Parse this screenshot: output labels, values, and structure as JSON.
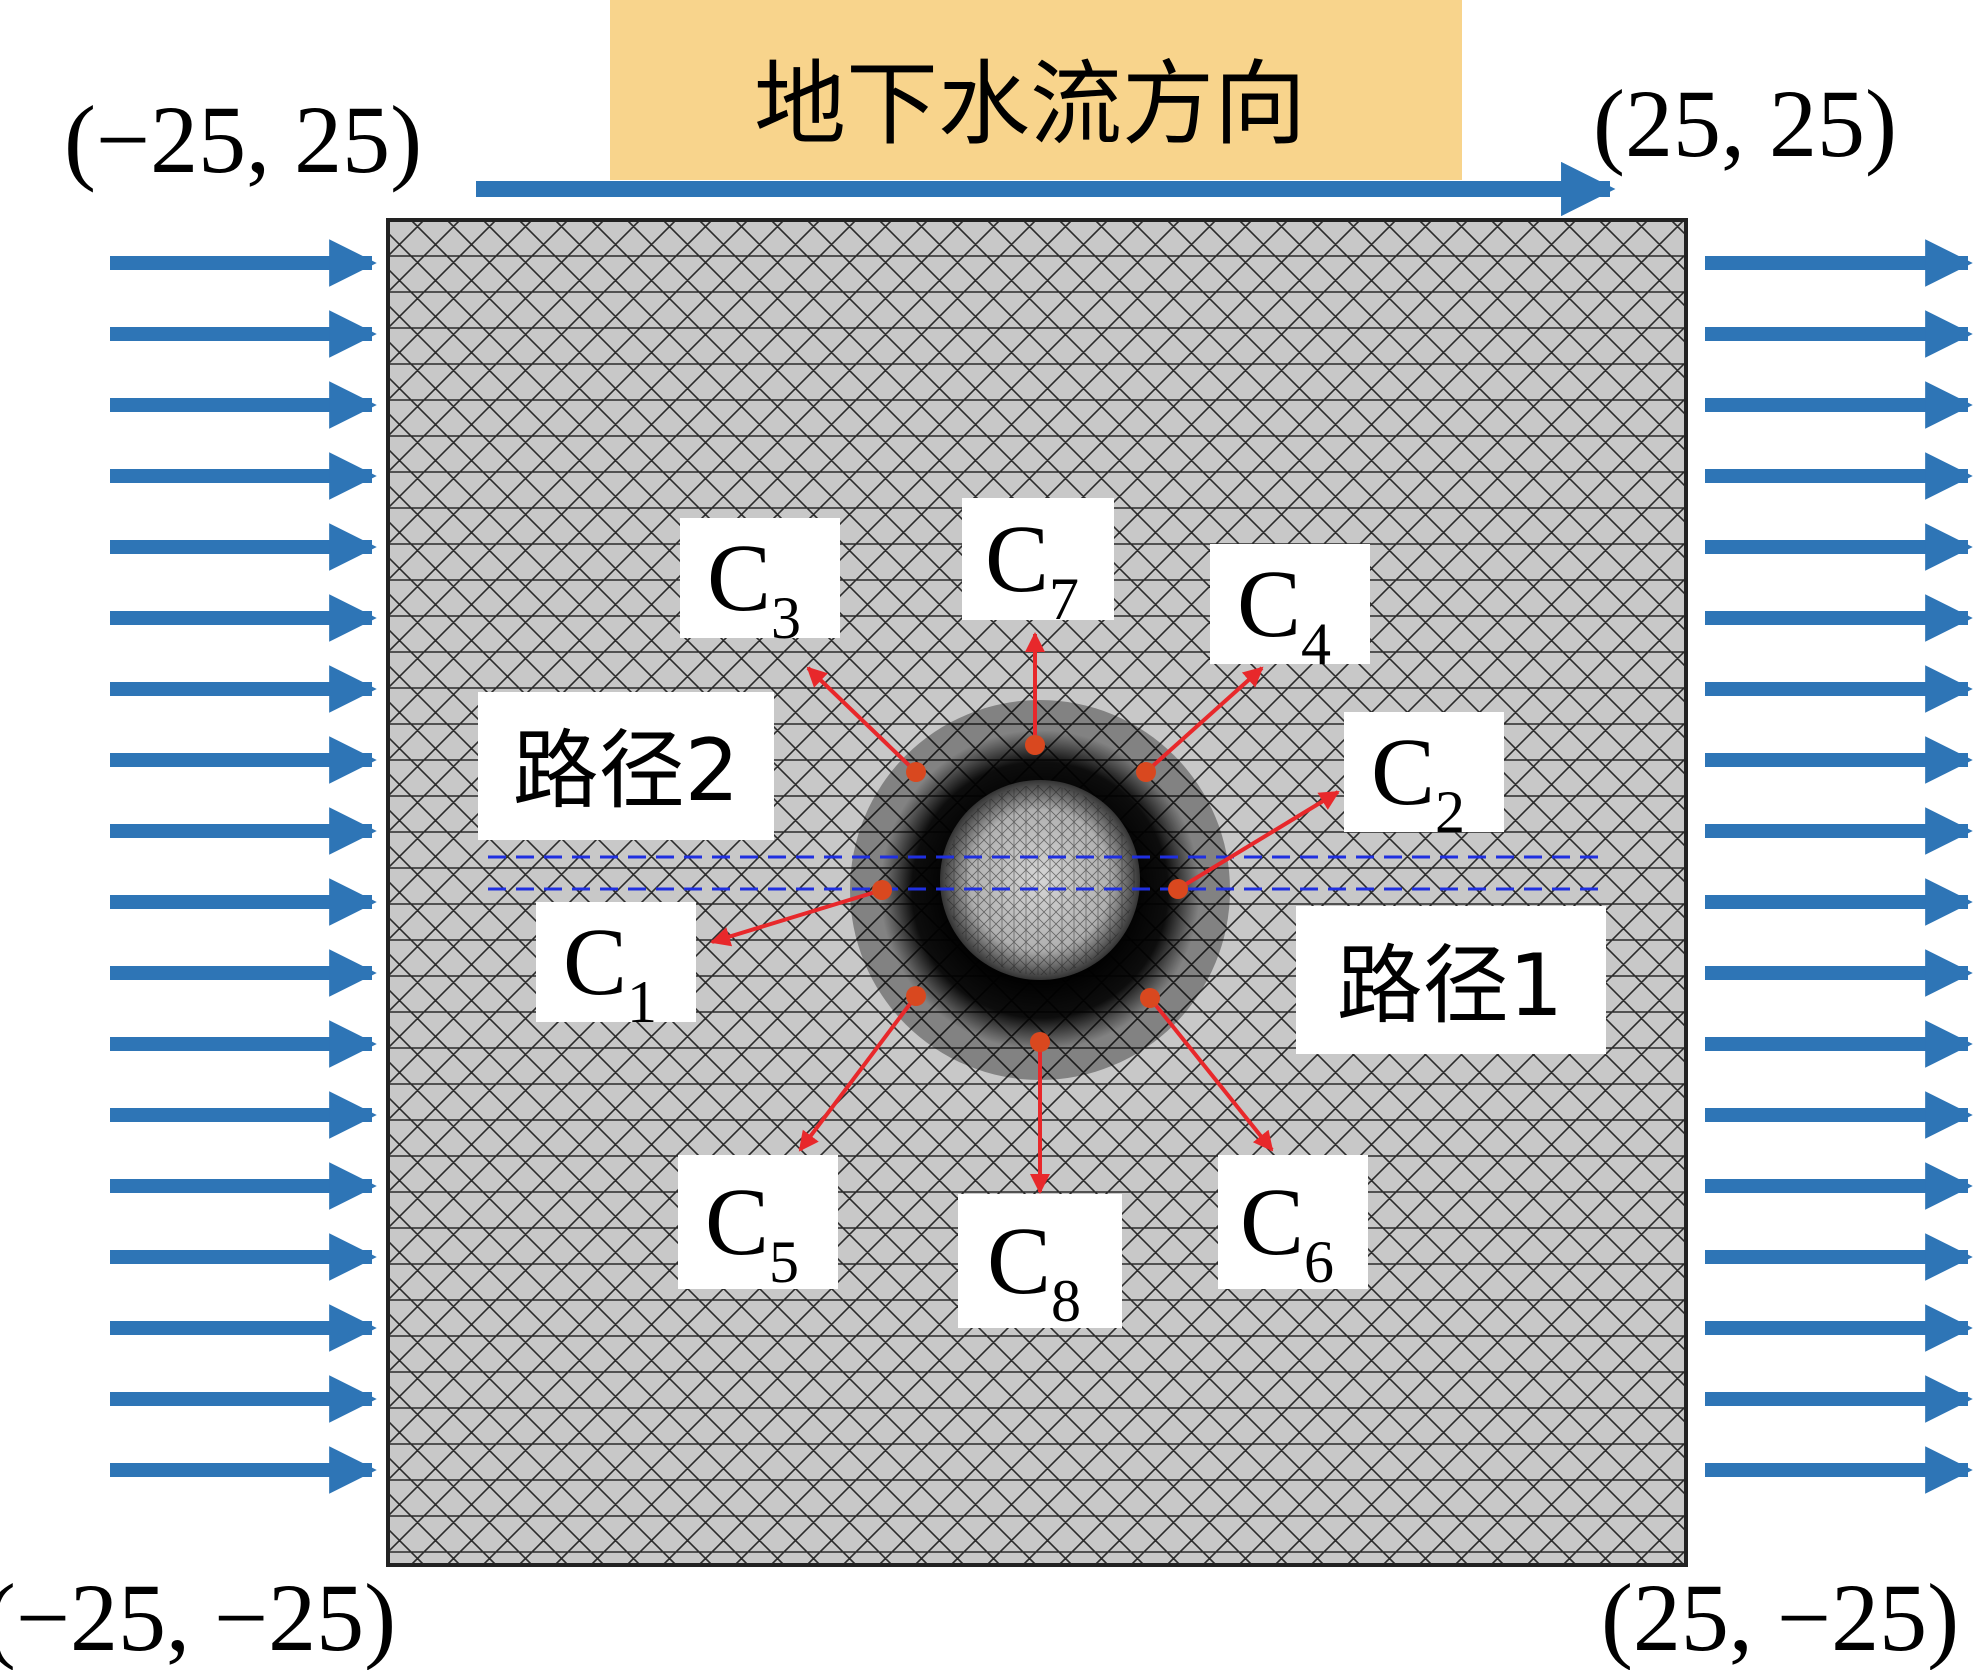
{
  "flow_banner": {
    "label": "地下水流方向",
    "background": "#f8d48c"
  },
  "corners": {
    "top_left": "(−25, 25)",
    "top_right": "(25, 25)",
    "bottom_left": "(−25, −25)",
    "bottom_right": "(25, −25)"
  },
  "paths": {
    "path1": "路径1",
    "path2": "路径2"
  },
  "probes": [
    {
      "letter": "C",
      "index": "1"
    },
    {
      "letter": "C",
      "index": "2"
    },
    {
      "letter": "C",
      "index": "3"
    },
    {
      "letter": "C",
      "index": "4"
    },
    {
      "letter": "C",
      "index": "5"
    },
    {
      "letter": "C",
      "index": "6"
    },
    {
      "letter": "C",
      "index": "7"
    },
    {
      "letter": "C",
      "index": "8"
    }
  ],
  "colors": {
    "flow_arrow": "#2e75b6",
    "probe_arrow": "#e8282b",
    "probe_dot": "#d9481f",
    "path_line": "#1f2fe0",
    "domain_fill": "#c8c8c8",
    "mesh_line": "#111111"
  },
  "icons": {
    "inflow_arrows": "right-arrow-icon",
    "outflow_arrows": "right-arrow-icon",
    "flow_direction": "long-right-arrow-icon"
  }
}
